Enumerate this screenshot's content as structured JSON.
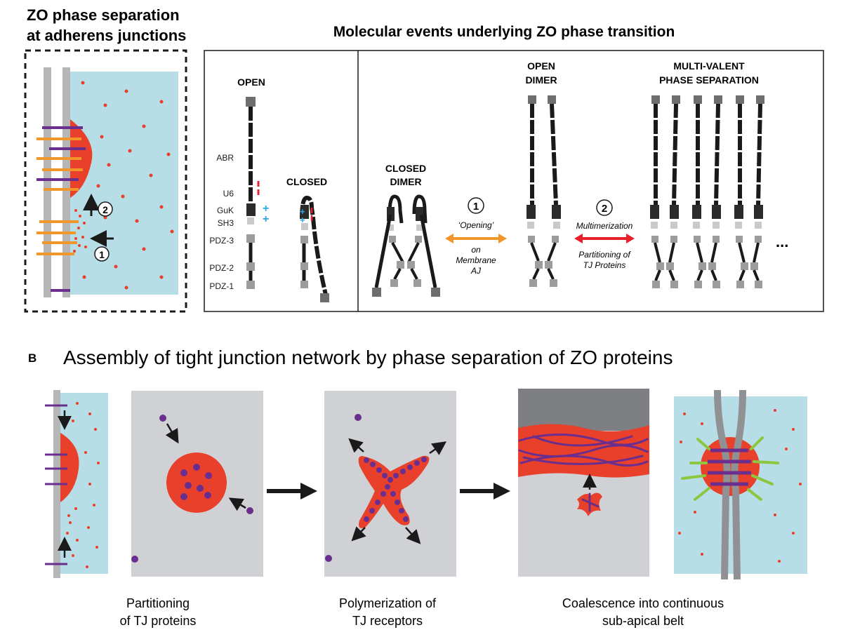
{
  "panel_a": {
    "left_title_line1": "ZO phase separation",
    "left_title_line2": "at adherens junctions",
    "right_title": "Molecular events underlying ZO phase transition",
    "step1_number": "1",
    "step2_number": "2",
    "open_label": "OPEN",
    "closed_label": "CLOSED",
    "domains": {
      "abr": "ABR",
      "u6": "U6",
      "guk": "GuK",
      "sh3": "SH3",
      "pdz3": "PDZ-3",
      "pdz2": "PDZ-2",
      "pdz1": "PDZ-1"
    },
    "closed_dimer_line1": "CLOSED",
    "closed_dimer_line2": "DIMER",
    "open_dimer_line1": "OPEN",
    "open_dimer_line2": "DIMER",
    "mv_line1": "MULTI-VALENT",
    "mv_line2": "PHASE SEPARATION",
    "opening_label": "‘Opening’",
    "on_line1": "on",
    "on_line2": "Membrane",
    "on_line3": "AJ",
    "multimerization_label": "Multimerization",
    "partitioning_line1": "Partitioning of",
    "partitioning_line2": "TJ Proteins",
    "ellipsis": "...",
    "colors": {
      "opening_arrow": "#f0962a",
      "multimer_arrow": "#e8202a",
      "positive_charge": "#2aa8e0",
      "negative_charge": "#e8202a"
    }
  },
  "panel_b": {
    "letter": "B",
    "title": "Assembly of tight junction network by phase separation of ZO proteins",
    "caption1_line1": "Partitioning",
    "caption1_line2": "of TJ proteins",
    "caption2_line1": "Polymerization of",
    "caption2_line2": "TJ receptors",
    "caption3_line1": "Coalescence into continuous",
    "caption3_line2": "sub-apical belt",
    "colors": {
      "condensate": "#e8402a",
      "cytoplasm": "#b7dde6",
      "panel_gray": "#cfd1d4",
      "tj_protein": "#6a2f8e",
      "claudin": "#8dc63f"
    }
  }
}
